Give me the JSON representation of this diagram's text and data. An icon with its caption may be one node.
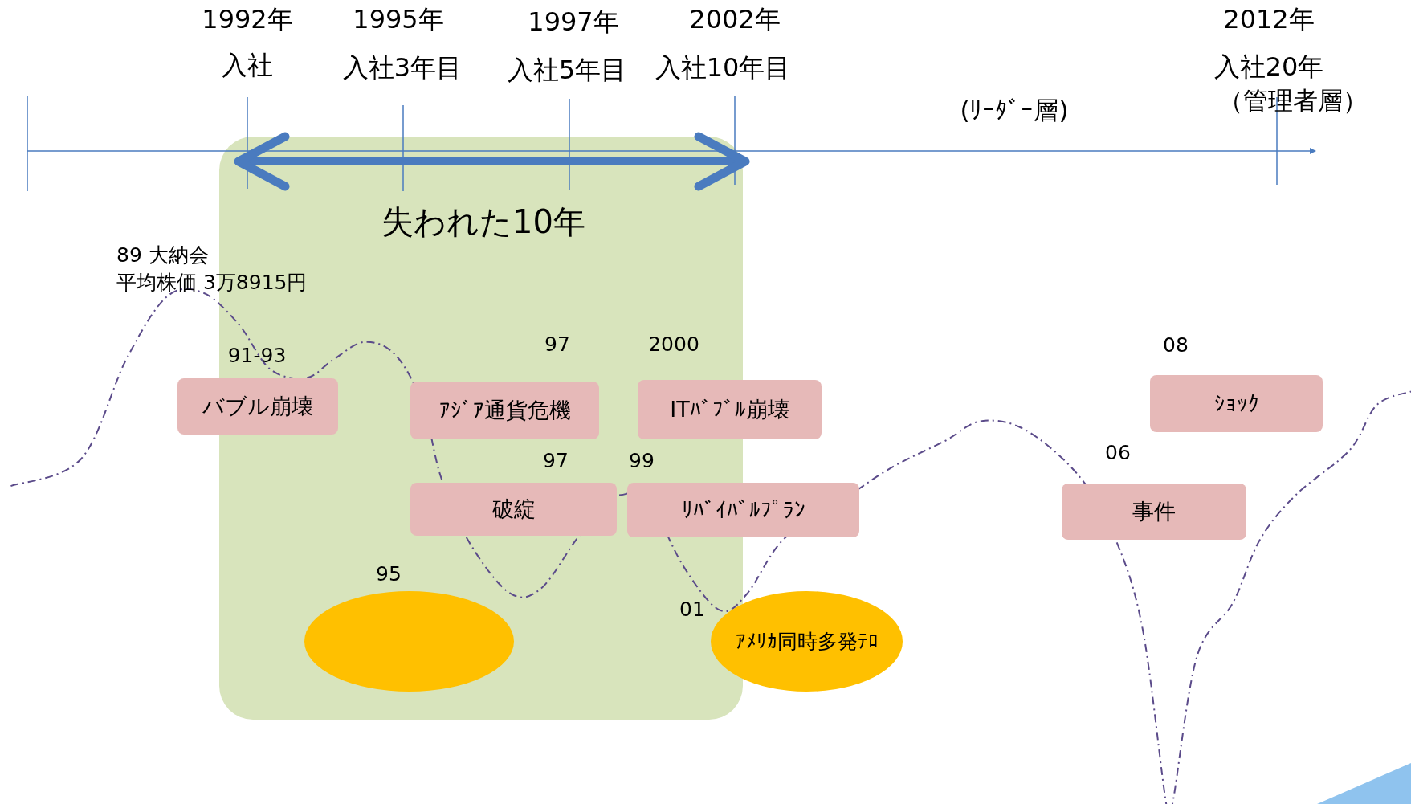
{
  "diagram": {
    "nodes": [
      {
        "text": [
          "失われた10年"
        ]
      },
      {
        "text": [
          "バブル崩壊"
        ],
        "beside": [
          "91-93"
        ]
      },
      {
        "text": [
          "ｱｼﾞｱ通貨危機"
        ],
        "in": 0,
        "beside": [
          "97"
        ]
      },
      {
        "text": [
          "ITﾊﾞﾌﾞﾙ崩壊"
        ],
        "beside": [
          "2000"
        ]
      },
      {
        "text": [
          "破綻"
        ],
        "in": 0,
        "beside": [
          "97"
        ]
      },
      {
        "text": [
          "ﾘﾊﾞｲﾊﾞﾙﾌﾟﾗﾝ"
        ],
        "beside": [
          "99"
        ]
      },
      {
        "text": [],
        "shape": "circle",
        "in": 0,
        "beside": [
          "95"
        ]
      },
      {
        "text": [
          "ｱﾒﾘｶ同時多発ﾃﾛ"
        ],
        "beside": [
          "01"
        ]
      },
      {
        "text": [
          "ｼｮｯｸ"
        ],
        "beside": [
          "08"
        ]
      },
      {
        "text": [
          "事件"
        ],
        "beside": [
          "06"
        ]
      }
    ],
    "labels": [
      "1992年",
      "1995年",
      "1997年",
      "2002年",
      "2012年",
      "入社",
      "入社3年目",
      "入社5年目",
      "入社10年目",
      "入社20年",
      "(ﾘｰﾀﾞｰ層)",
      "（管理者層）",
      "89 大納会",
      "平均株価 3万8915円"
    ]
  }
}
